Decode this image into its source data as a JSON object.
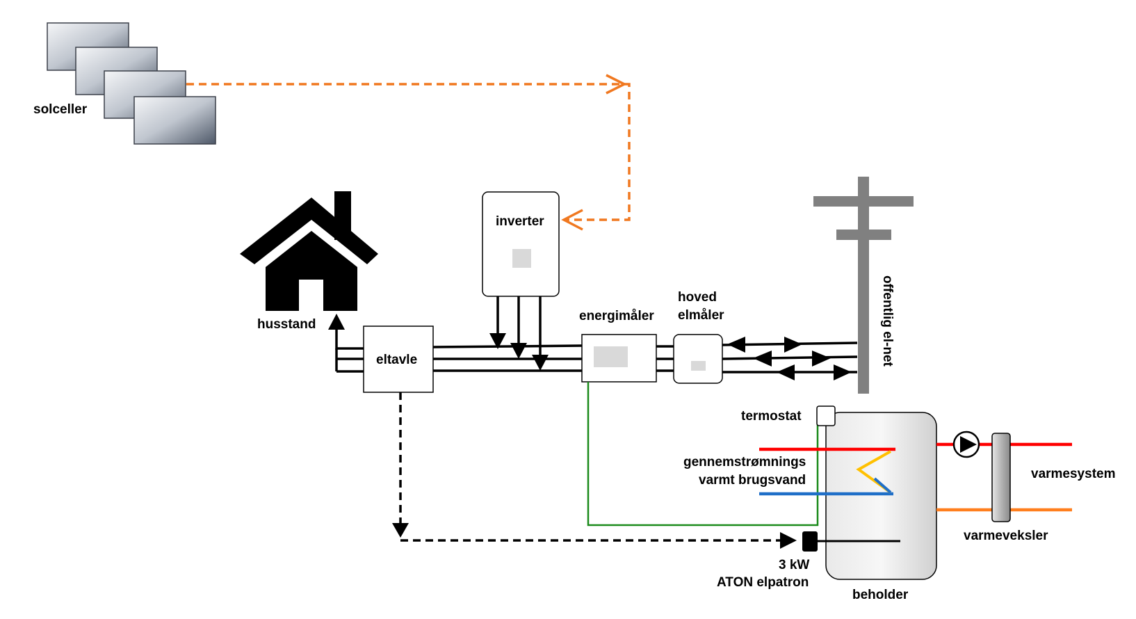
{
  "labels": {
    "solar": "solceller",
    "house": "husstand",
    "inverter": "inverter",
    "switchboard": "eltavle",
    "energy_meter": "energimåler",
    "main_meter_line1": "hoved",
    "main_meter_line2": "elmåler",
    "grid": "offentlig el-net",
    "thermostat": "termostat",
    "hot_water_line1": "gennemstrømnings",
    "hot_water_line2": "varmt brugsvand",
    "heater_line1": "3 kW",
    "heater_line2": "ATON elpatron",
    "tank": "beholder",
    "heating_system": "varmesystem",
    "heat_exchanger": "varmeveksler"
  },
  "colors": {
    "solar_line": "#f07820",
    "hot": "#ff0000",
    "cold": "#1f6fc8",
    "return": "#ff7f1e",
    "control": "#1a8a1a",
    "coil_warm": "#ffc000",
    "pole": "#808080",
    "device_screen": "#d9d9d9",
    "lines": "#000000"
  },
  "icons": {
    "house": "house-icon",
    "solar": "solar-panel-icon",
    "pole": "utility-pole-icon",
    "pump": "pump-icon"
  }
}
